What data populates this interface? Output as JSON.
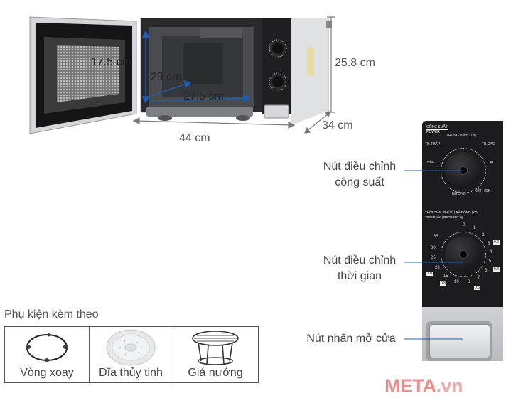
{
  "dimensions": {
    "inner_height": "17.5 cm",
    "inner_depth": "29 cm",
    "inner_width": "27.5 cm",
    "outer_height": "25.8 cm",
    "outer_depth": "34 cm",
    "outer_width": "44 cm"
  },
  "panel": {
    "power_header": "CÔNG SUẤT",
    "power_header_en": "POWER",
    "power_labels": [
      "TRUNG BÌNH (TB)",
      "TB.THẤP",
      "TB.CAO",
      "THẤP",
      "CAO",
      "NƯỚNG",
      "KẾT HỢP"
    ],
    "timer_header": "THỜI GIAN (PHÚT) | RÃ ĐÔNG (KG)",
    "timer_header_en": "TIMER Min | DEFROST kg",
    "timer_numbers": [
      "0",
      "1",
      "2",
      "3",
      "4",
      "5",
      "6",
      "7",
      "8",
      "10",
      "15",
      "20",
      "25",
      "30",
      "35"
    ],
    "defrost_values": [
      "0.2",
      "0.4",
      "0.6",
      "0.8",
      "1.0"
    ]
  },
  "callouts": {
    "power_knob": [
      "Nút điều chỉnh",
      "công suất"
    ],
    "timer_knob": [
      "Nút điều chỉnh",
      "thời gian"
    ],
    "door_button": "Nút nhấn mở cửa"
  },
  "accessories": {
    "title": "Phụ kiện kèm theo",
    "items": [
      {
        "label": "Vòng xoay",
        "icon": "roller-ring-icon"
      },
      {
        "label": "Đĩa thủy tinh",
        "icon": "glass-plate-icon"
      },
      {
        "label": "Giá nướng",
        "icon": "grill-rack-icon"
      }
    ]
  },
  "brand": {
    "name": "META",
    "suffix": ".vn",
    "name_color": "#f08c8c",
    "suffix_color": "#f4aaaa"
  },
  "colors": {
    "dimension_line": "#7a7a7a",
    "callout_line": "#1e5db8",
    "cabinet": "#d8dadd",
    "door_frame": "#1b1b1b"
  }
}
